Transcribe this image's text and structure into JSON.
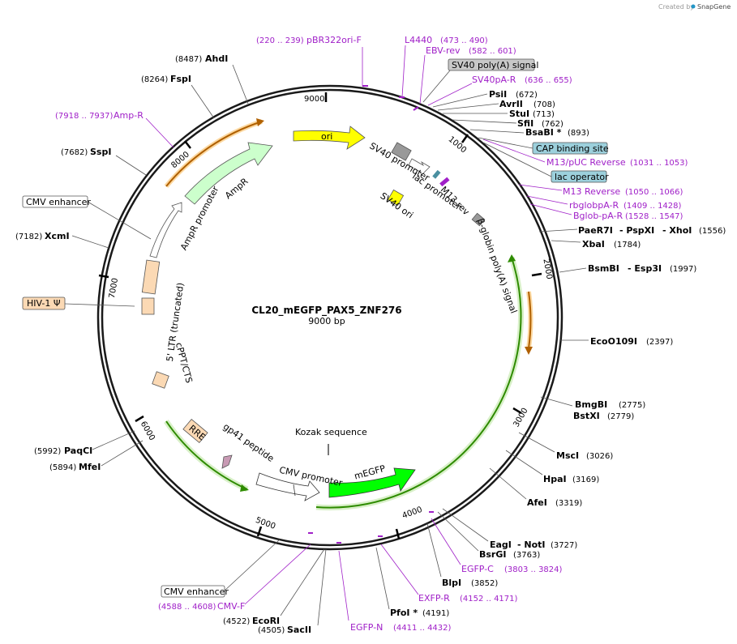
{
  "credit": {
    "text": "Created by",
    "brand": "SnapGene"
  },
  "plasmid": {
    "name": "CL20_mEGFP_PAX5_ZNF276",
    "size_label": "9000 bp",
    "total_bp": 9000
  },
  "ticks": [
    "1000",
    "2000",
    "3000",
    "4000",
    "5000",
    "6000",
    "7000",
    "8000",
    "9000"
  ],
  "enzymes": [
    {
      "name": "AhdI",
      "pos": "(8487)"
    },
    {
      "name": "FspI",
      "pos": "(8264)"
    },
    {
      "name": "SspI",
      "pos": "(7682)"
    },
    {
      "name": "XcmI",
      "pos": "(7182)"
    },
    {
      "name": "PsiI",
      "pos": "(672)"
    },
    {
      "name": "AvrII",
      "pos": "(708)"
    },
    {
      "name": "StuI",
      "pos": "(713)"
    },
    {
      "name": "SfiI",
      "pos": "(762)"
    },
    {
      "name": "BsaBI *",
      "pos": "(893)"
    },
    {
      "name": "PaeR7I",
      "name2": "- PspXI",
      "name3": "- XhoI",
      "pos": "(1556)"
    },
    {
      "name": "XbaI",
      "pos": "(1784)"
    },
    {
      "name": "BsmBI",
      "name2": "- Esp3I",
      "pos": "(1997)"
    },
    {
      "name": "EcoO109I",
      "pos": "(2397)"
    },
    {
      "name": "BmgBI",
      "pos": "(2775)"
    },
    {
      "name": "BstXI",
      "pos": "(2779)"
    },
    {
      "name": "MscI",
      "pos": "(3026)"
    },
    {
      "name": "HpaI",
      "pos": "(3169)"
    },
    {
      "name": "AfeI",
      "pos": "(3319)"
    },
    {
      "name": "EagI",
      "name2": "- NotI",
      "pos": "(3727)"
    },
    {
      "name": "BsrGI",
      "pos": "(3763)"
    },
    {
      "name": "BlpI",
      "pos": "(3852)"
    },
    {
      "name": "PfoI *",
      "pos": "(4191)"
    },
    {
      "name": "SacII",
      "pos": "(4505)"
    },
    {
      "name": "EcoRI",
      "pos": "(4522)"
    },
    {
      "name": "MfeI",
      "pos": "(5894)"
    },
    {
      "name": "PaqCI",
      "pos": "(5992)"
    }
  ],
  "primers": [
    {
      "name": "pBR322ori-F",
      "pos": "(220 .. 239)"
    },
    {
      "name": "L4440",
      "pos": "(473 .. 490)"
    },
    {
      "name": "EBV-rev",
      "pos": "(582 .. 601)"
    },
    {
      "name": "SV40pA-R",
      "pos": "(636 .. 655)"
    },
    {
      "name": "M13/pUC Reverse",
      "pos": "(1031 .. 1053)"
    },
    {
      "name": "M13 Reverse",
      "pos": "(1050 .. 1066)"
    },
    {
      "name": "rbglobpA-R",
      "pos": "(1409 .. 1428)"
    },
    {
      "name": "Bglob-pA-R",
      "pos": "(1528 .. 1547)"
    },
    {
      "name": "EGFP-C",
      "pos": "(3803 .. 3824)"
    },
    {
      "name": "EXFP-R",
      "pos": "(4152 .. 4171)"
    },
    {
      "name": "EGFP-N",
      "pos": "(4411 .. 4432)"
    },
    {
      "name": "CMV-F",
      "pos": "(4588 .. 4608)"
    },
    {
      "name": "Amp-R",
      "pos": "(7918 .. 7937)"
    }
  ],
  "boxed_labels": [
    {
      "text": "SV40 poly(A) signal",
      "fill": "#c8c8c8"
    },
    {
      "text": "CAP binding site",
      "fill": "#9cd0dc"
    },
    {
      "text": "lac operator",
      "fill": "#9cd0dc"
    },
    {
      "text": "CMV enhancer",
      "fill": "#ffffff"
    },
    {
      "text": "HIV-1 Ψ",
      "fill": "#fbd9b4"
    },
    {
      "text": "CMV enhancer",
      "fill": "#ffffff"
    }
  ],
  "features": {
    "ori": "ori",
    "sv40_promoter": "SV40 promoter",
    "lac_promoter": "lac promoter",
    "m13_rev": "M13 rev",
    "sv40_ori": "SV40 ori",
    "bglobin": "β-globin poly(A) signal",
    "ampr": "AmpR",
    "ampr_promoter": "AmpR promoter",
    "ltr": "5' LTR (truncated)",
    "cppt": "cPPT/CTS",
    "rre": "RRE",
    "gp41": "gp41 peptide",
    "kozak": "Kozak sequence",
    "cmv_promoter": "CMV promoter",
    "megfp": "mEGFP"
  },
  "colors": {
    "primer": "#a020c8",
    "ori": "#ffff00",
    "ampr": "#ccffcc",
    "megfp": "#00ff00",
    "ltr": "#fbd9b4",
    "backbone": "#1a1a1a",
    "gene_line": "#2e8b00",
    "orange_arrow": "#b06000"
  }
}
